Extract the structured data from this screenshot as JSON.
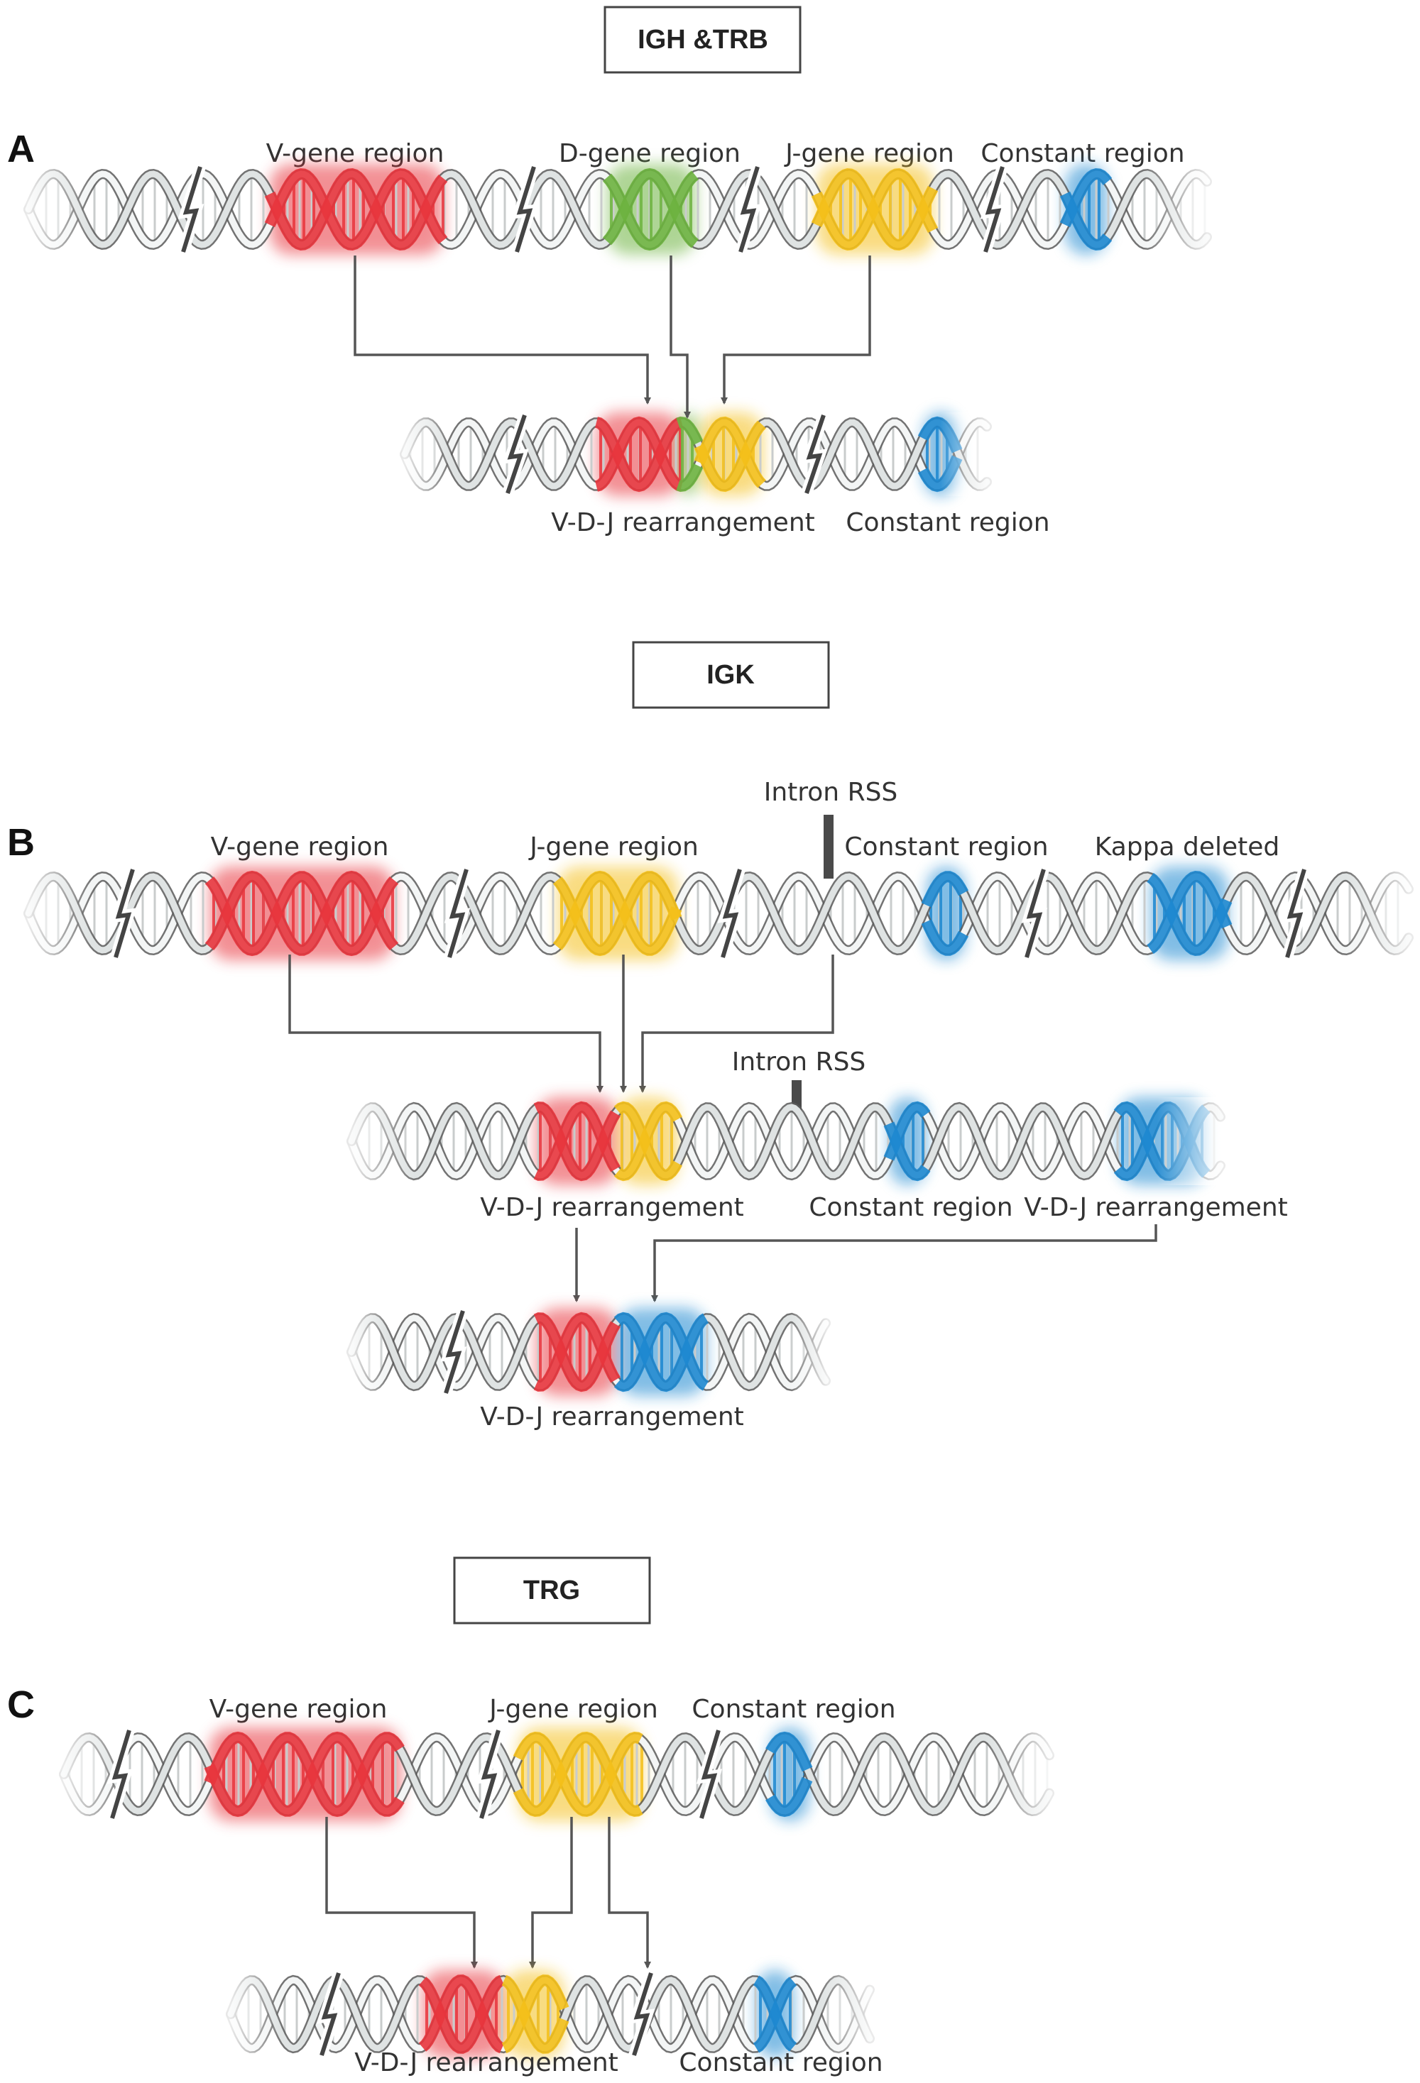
{
  "colors": {
    "v_gene": "#e8353d",
    "d_gene": "#6db33f",
    "j_gene": "#f4c01a",
    "constant": "#1e88d0",
    "strand_outline": "#5a5a5a",
    "strand_fill": "#eef0f0",
    "arrow": "#555555"
  },
  "sections": [
    {
      "box_title": "IGH &TRB",
      "panel": "A",
      "labels": {
        "v": "V-gene region",
        "d": "D-gene region",
        "j": "J-gene region",
        "c": "Constant region",
        "vdj": "V-D-J rearrangement",
        "c2": "Constant region"
      }
    },
    {
      "box_title": "IGK",
      "panel": "B",
      "labels": {
        "intron1": "Intron RSS",
        "v": "V-gene region",
        "j": "J-gene region",
        "c": "Constant region",
        "kappa": "Kappa deleted",
        "intron2": "Intron RSS",
        "vdj1": "V-D-J rearrangement",
        "c2": "Constant region",
        "vdj2": "V-D-J rearrangement",
        "vdj3": "V-D-J rearrangement"
      }
    },
    {
      "box_title": "TRG",
      "panel": "C",
      "labels": {
        "v": "V-gene region",
        "j": "J-gene region",
        "c": "Constant region",
        "vdj": "V-D-J rearrangement",
        "c2": "Constant region"
      }
    }
  ]
}
